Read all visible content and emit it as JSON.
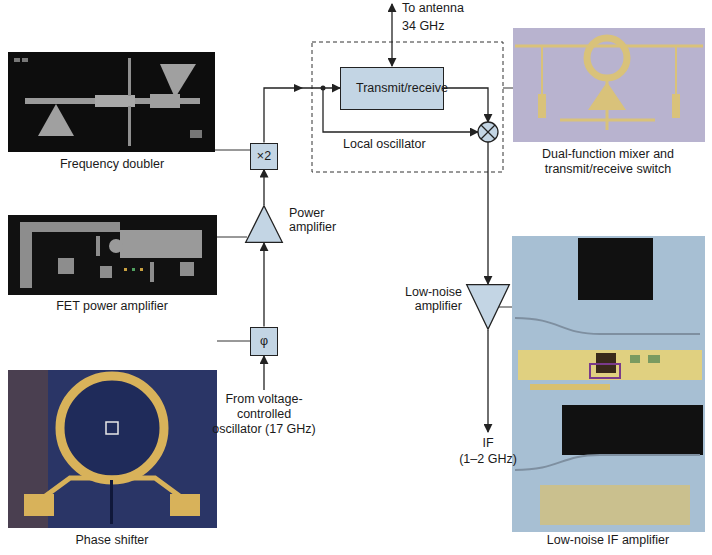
{
  "diagram": {
    "nodes": [
      {
        "text": [
          "×2"
        ]
      },
      {
        "text": [
          "Power amplifier"
        ]
      },
      {
        "text": [
          "φ"
        ]
      },
      {
        "text": [
          "Transmit/receive"
        ]
      },
      {
        "text": [
          "Low-noise amplifier"
        ]
      }
    ],
    "edges": [
      {
        "from": 2,
        "to": 1,
        "arrow": "to"
      },
      {
        "from": 1,
        "to": 0,
        "arrow": "to"
      },
      {
        "from": 0,
        "to": 3,
        "arrow": "to"
      }
    ],
    "labels": [
      "Frequency doubler",
      "FET power amplifier",
      "Phase shifter",
      "From voltage-controlled oscillator (17 GHz)",
      "To antenna",
      "34 GHz",
      "Local oscillator",
      "Dual-function mixer and transmit/receive switch",
      "Low-noise IF amplifier",
      "IF",
      "(1–2 GHz)"
    ]
  }
}
